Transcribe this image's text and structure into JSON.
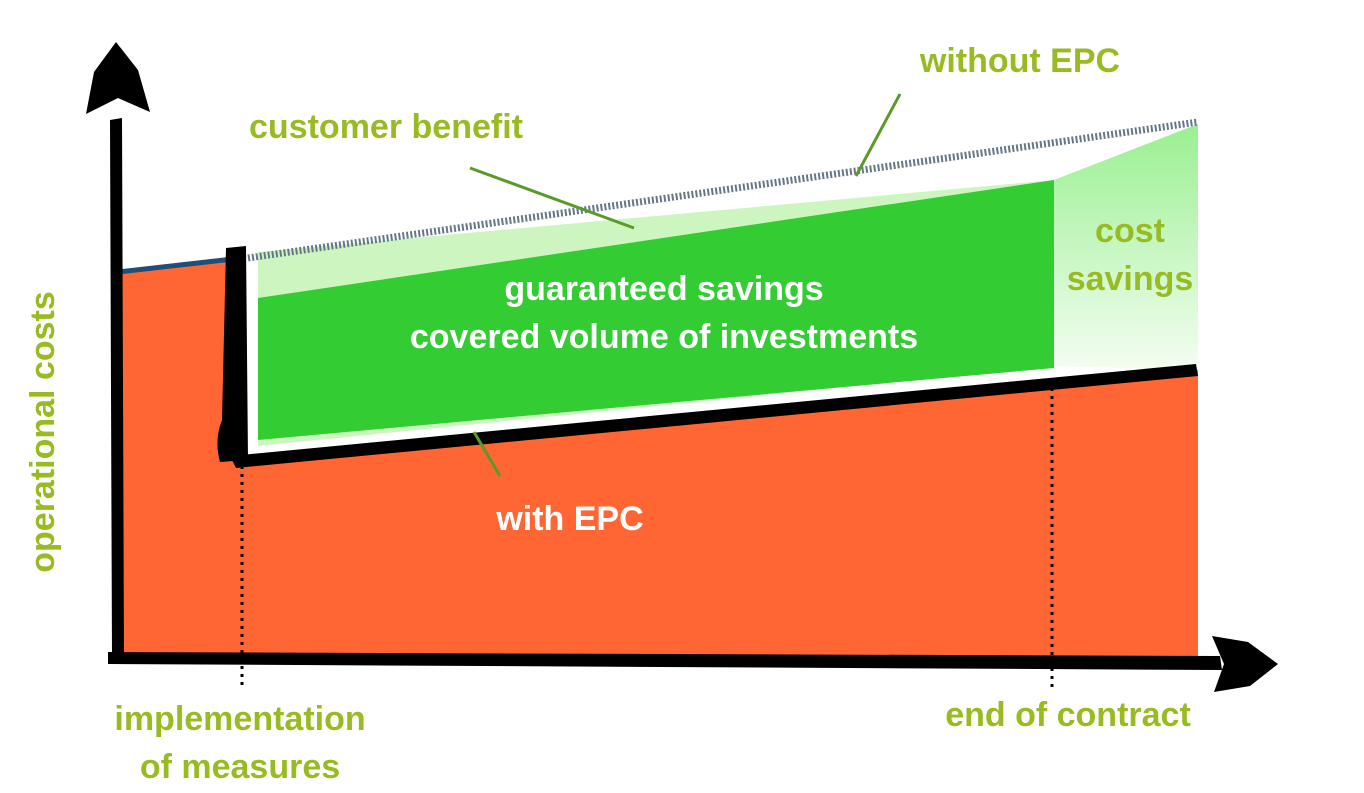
{
  "diagram": {
    "colors": {
      "without_epc_area": "#ff6633",
      "guaranteed_savings": "#33cc33",
      "customer_benefit": "#ccf5c0",
      "cost_savings_top": "#99f090",
      "label_green": "#99bb22",
      "label_white": "#ffffff",
      "axis": "#000000",
      "baseline_line": "#1f4e79"
    },
    "labels": {
      "y_axis": "operational costs",
      "without_epc": "without EPC",
      "customer_benefit": "customer benefit",
      "cost_savings_line1": "cost",
      "cost_savings_line2": "savings",
      "guaranteed_line1": "guaranteed savings",
      "guaranteed_line2": "covered volume of investments",
      "with_epc": "with EPC",
      "implementation_line1": "implementation",
      "implementation_line2": "of measures",
      "end_of_contract": "end of contract"
    }
  }
}
